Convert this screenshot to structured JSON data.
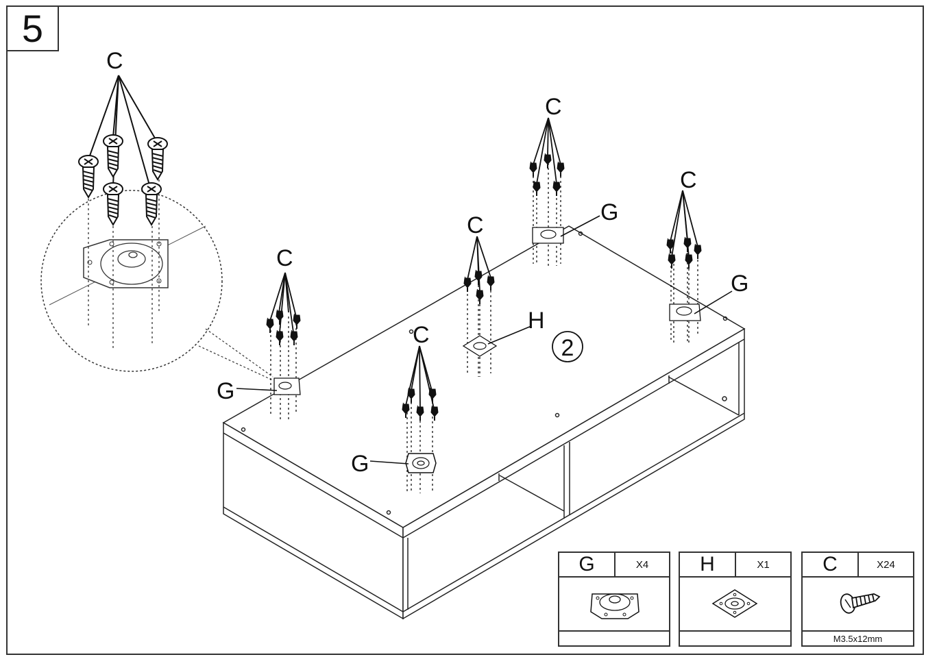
{
  "step": {
    "number": "5"
  },
  "labels": {
    "c": "C",
    "g": "G",
    "h": "H",
    "panel": "2"
  },
  "parts": [
    {
      "letter": "G",
      "qty": "X4",
      "spec": ""
    },
    {
      "letter": "H",
      "qty": "X1",
      "spec": ""
    },
    {
      "letter": "C",
      "qty": "X24",
      "spec": "M3.5x12mm"
    }
  ]
}
